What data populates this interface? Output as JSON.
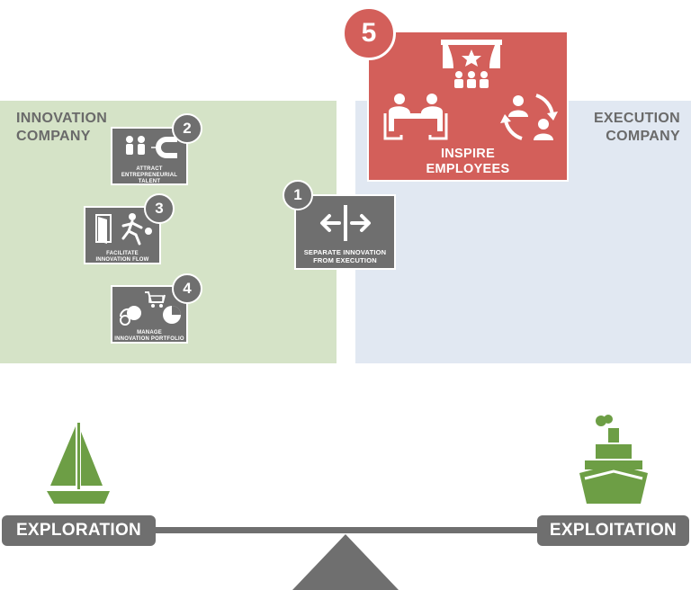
{
  "zones": {
    "innovation": {
      "line1": "INNOVATION",
      "line2": "COMPANY"
    },
    "execution": {
      "line1": "EXECUTION",
      "line2": "COMPANY"
    }
  },
  "steps": [
    {
      "number": "1",
      "label_line1": "SEPARATE INNOVATION",
      "label_line2": "FROM EXECUTION",
      "icon": "split-arrows-icon"
    },
    {
      "number": "2",
      "label_line1": "ATTRACT",
      "label_line2": "ENTREPRENEURIAL",
      "label_line3": "TALENT",
      "icon": "magnet-icon"
    },
    {
      "number": "3",
      "label_line1": "FACILITATE",
      "label_line2": "INNOVATION FLOW",
      "icon": "door-runner-icon"
    },
    {
      "number": "4",
      "label_line1": "MANAGE",
      "label_line2": "INNOVATION PORTFOLIO",
      "icon": "portfolio-icon"
    },
    {
      "number": "5",
      "label_line1": "INSPIRE",
      "label_line2": "EMPLOYEES",
      "icon": "theater-meeting-icon"
    }
  ],
  "scale": {
    "left_label": "EXPLORATION",
    "right_label": "EXPLOITATION",
    "left_icon": "sailboat-icon",
    "right_icon": "ship-icon"
  },
  "colors": {
    "innovation_zone": "#d5e3c7",
    "execution_zone": "#e1e8f2",
    "card_gray": "#6f6f6f",
    "inspire_red": "#d35f5a",
    "vessel_green": "#6d9e45",
    "fulcrum": "#6f6f6f"
  }
}
